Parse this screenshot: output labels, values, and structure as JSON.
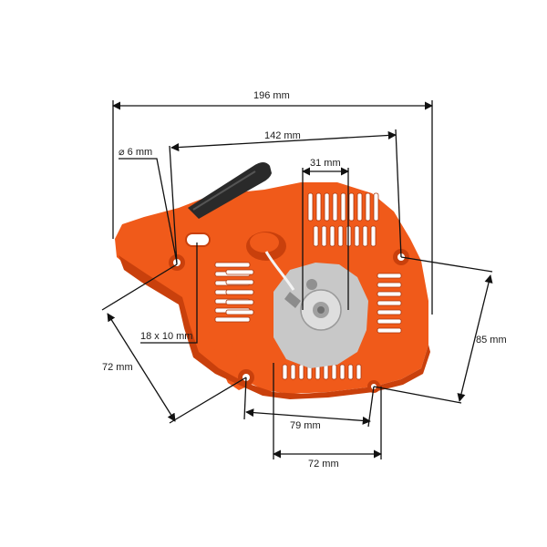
{
  "dimensions": {
    "overall_width": "196 mm",
    "mount_span": "142 mm",
    "hole_diameter": "⌀ 6 mm",
    "center_offset": "31 mm",
    "slot_size": "18 x 10 mm",
    "left_diagonal": "72 mm",
    "right_height": "85 mm",
    "bottom_span": "79 mm",
    "bottom_width": "72 mm"
  },
  "colors": {
    "housing": "#f05a1a",
    "housing_dark": "#c9400c",
    "housing_shadow": "#a8340a",
    "pulley": "#c8c8c8",
    "handle": "#2a2a2a",
    "dimension_lines": "#111111",
    "background": "#ffffff"
  },
  "icons": {
    "product": "recoil-starter-housing",
    "handle": "pull-handle-icon"
  }
}
